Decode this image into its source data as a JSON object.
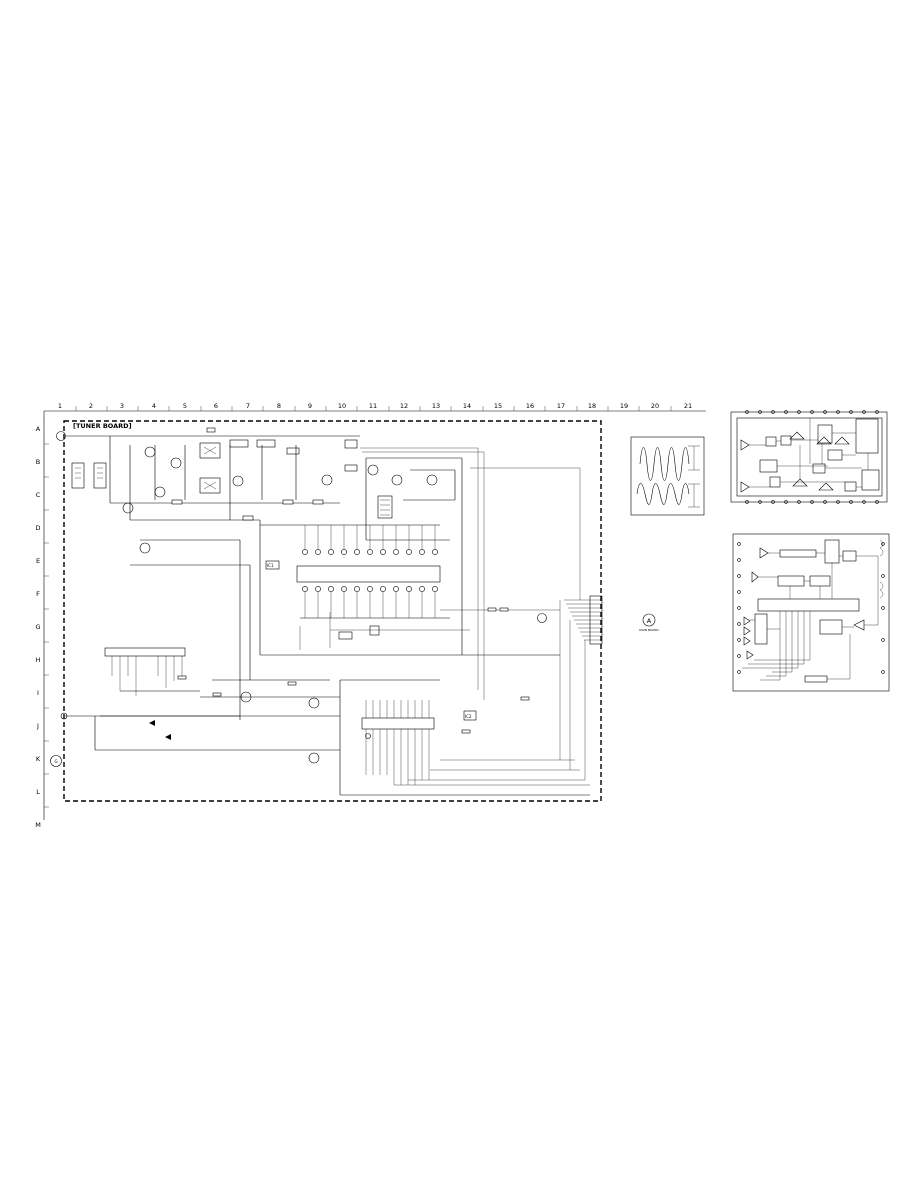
{
  "board_title": "[TUNER BOARD]",
  "column_numbers": [
    "1",
    "2",
    "3",
    "4",
    "5",
    "6",
    "7",
    "8",
    "9",
    "10",
    "11",
    "12",
    "13",
    "14",
    "15",
    "16",
    "17",
    "18",
    "19",
    "20",
    "21"
  ],
  "row_letters": [
    "A",
    "B",
    "C",
    "D",
    "E",
    "F",
    "G",
    "H",
    "I",
    "J",
    "K",
    "L",
    "M"
  ],
  "connector_a": {
    "letter": "A",
    "caption": "MAIN BOARD"
  },
  "connector_g": {
    "letter": "G"
  },
  "ic_labels": {
    "ic1": "IC1",
    "ic2": "IC2"
  }
}
